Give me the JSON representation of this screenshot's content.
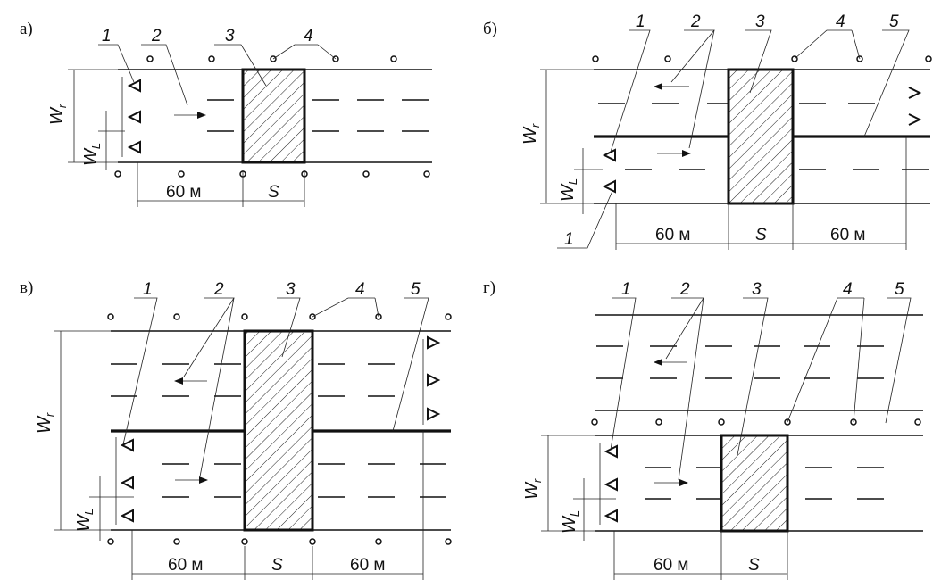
{
  "panels": [
    {
      "id": "a",
      "label": "а)",
      "callouts": [
        "1",
        "2",
        "3",
        "4"
      ]
    },
    {
      "id": "b",
      "label": "б)",
      "callouts": [
        "1",
        "2",
        "3",
        "4",
        "5"
      ],
      "extra_callout": "1"
    },
    {
      "id": "v",
      "label": "в)",
      "callouts": [
        "1",
        "2",
        "3",
        "4",
        "5"
      ]
    },
    {
      "id": "g",
      "label": "г)",
      "callouts": [
        "1",
        "2",
        "3",
        "4",
        "5"
      ]
    }
  ],
  "dimensions": {
    "distance": "60 м",
    "gap": "S",
    "total_width": "W",
    "total_width_sub": "r",
    "lane_width": "W",
    "lane_width_sub": "L"
  }
}
